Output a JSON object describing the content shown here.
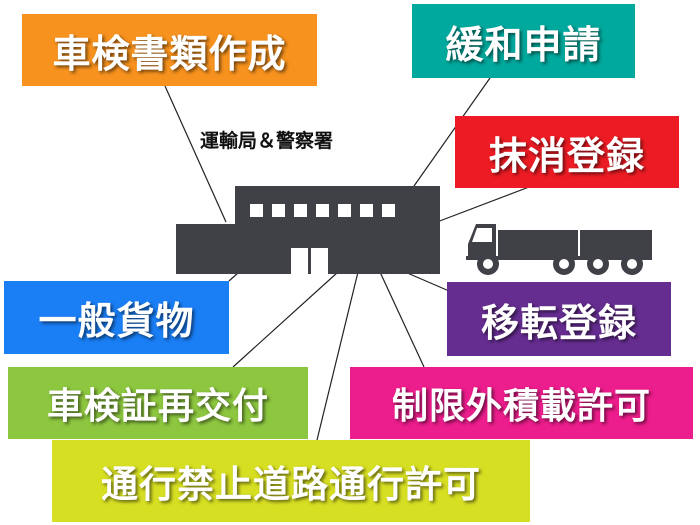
{
  "center": {
    "label": "運輸局＆警察署"
  },
  "colors": {
    "orange": "#f7921e",
    "teal": "#00a99d",
    "red": "#ed1c24",
    "blue": "#1a7ef5",
    "purple": "#662d91",
    "green": "#8dc63f",
    "magenta": "#ec1d8c",
    "yellow": "#d7df23",
    "icon": "#3f4147",
    "line": "#222222"
  },
  "services": [
    {
      "key": "shaken",
      "label": "車検書類作成",
      "color": "#f7921e"
    },
    {
      "key": "kanwa",
      "label": "緩和申請",
      "color": "#00a99d"
    },
    {
      "key": "massho",
      "label": "抹消登録",
      "color": "#ed1c24"
    },
    {
      "key": "ippan",
      "label": "一般貨物",
      "color": "#1a7ef5"
    },
    {
      "key": "iten",
      "label": "移転登録",
      "color": "#662d91"
    },
    {
      "key": "saikofu",
      "label": "車検証再交付",
      "color": "#8dc63f"
    },
    {
      "key": "seigen",
      "label": "制限外積載許可",
      "color": "#ec1d8c"
    },
    {
      "key": "tsuko",
      "label": "通行禁止道路通行許可",
      "color": "#d7df23"
    }
  ],
  "icons": {
    "building": "government-building-icon",
    "truck": "dump-truck-icon"
  }
}
